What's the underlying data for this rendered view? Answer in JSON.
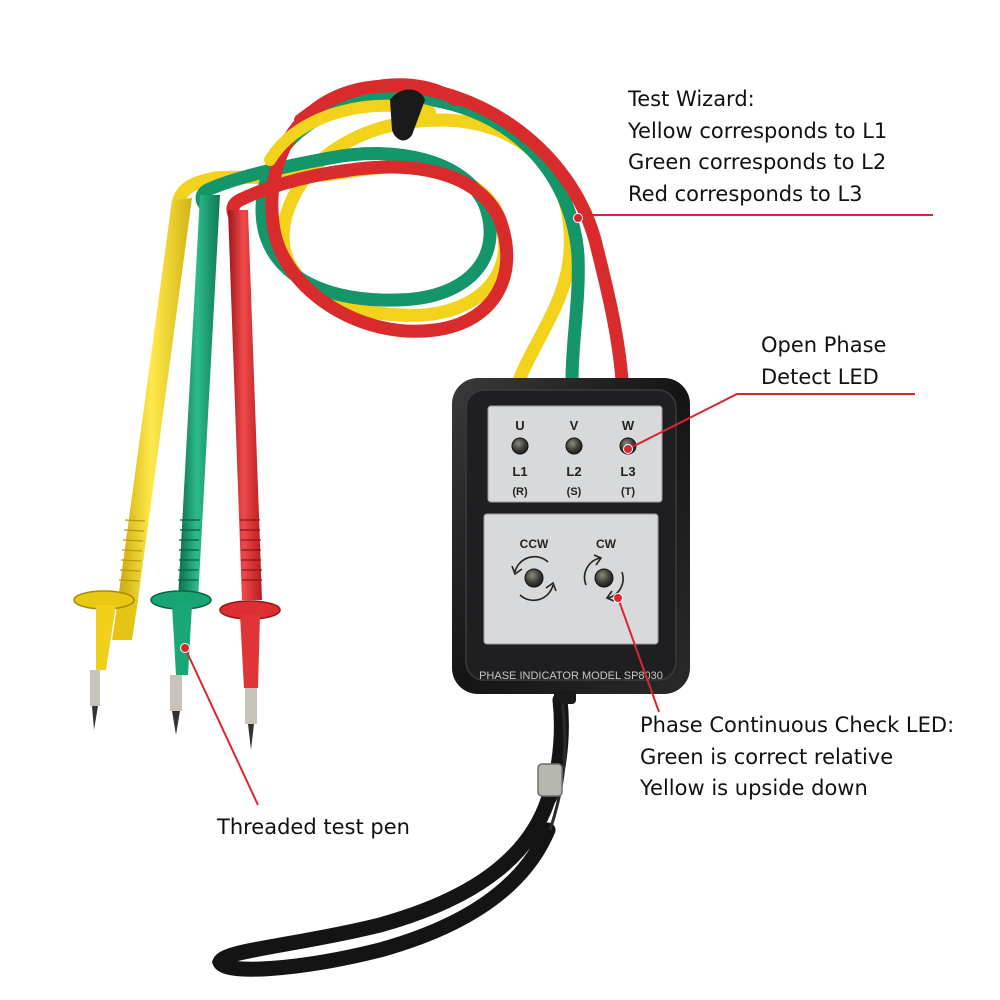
{
  "device": {
    "phase_labels": [
      "U",
      "V",
      "W"
    ],
    "line_labels": [
      "L1",
      "L2",
      "L3"
    ],
    "phase_codes": [
      "(R)",
      "(S)",
      "(T)"
    ],
    "rotation_ccw": "CCW",
    "rotation_cw": "CW",
    "model_text": "PHASE INDICATOR MODEL SP8030"
  },
  "callouts": {
    "test_wizard": {
      "title": "Test Wizard:",
      "lines": [
        "Yellow corresponds to L1",
        "Green corresponds to L2",
        "Red corresponds to L3"
      ]
    },
    "open_phase": {
      "lines": [
        "Open Phase",
        "Detect LED"
      ]
    },
    "continuous_check": {
      "lines": [
        "Phase Continuous Check LED:",
        "Green is correct relative",
        "Yellow is upside down"
      ]
    },
    "test_pen": {
      "text": "Threaded test pen"
    }
  },
  "colors": {
    "accent_line": "#d9262e",
    "wire_yellow": "#f2d21b",
    "wire_green": "#15956a",
    "wire_red": "#d92a2c",
    "housing": "#1c1c1e",
    "panel": "#d7d9db"
  }
}
